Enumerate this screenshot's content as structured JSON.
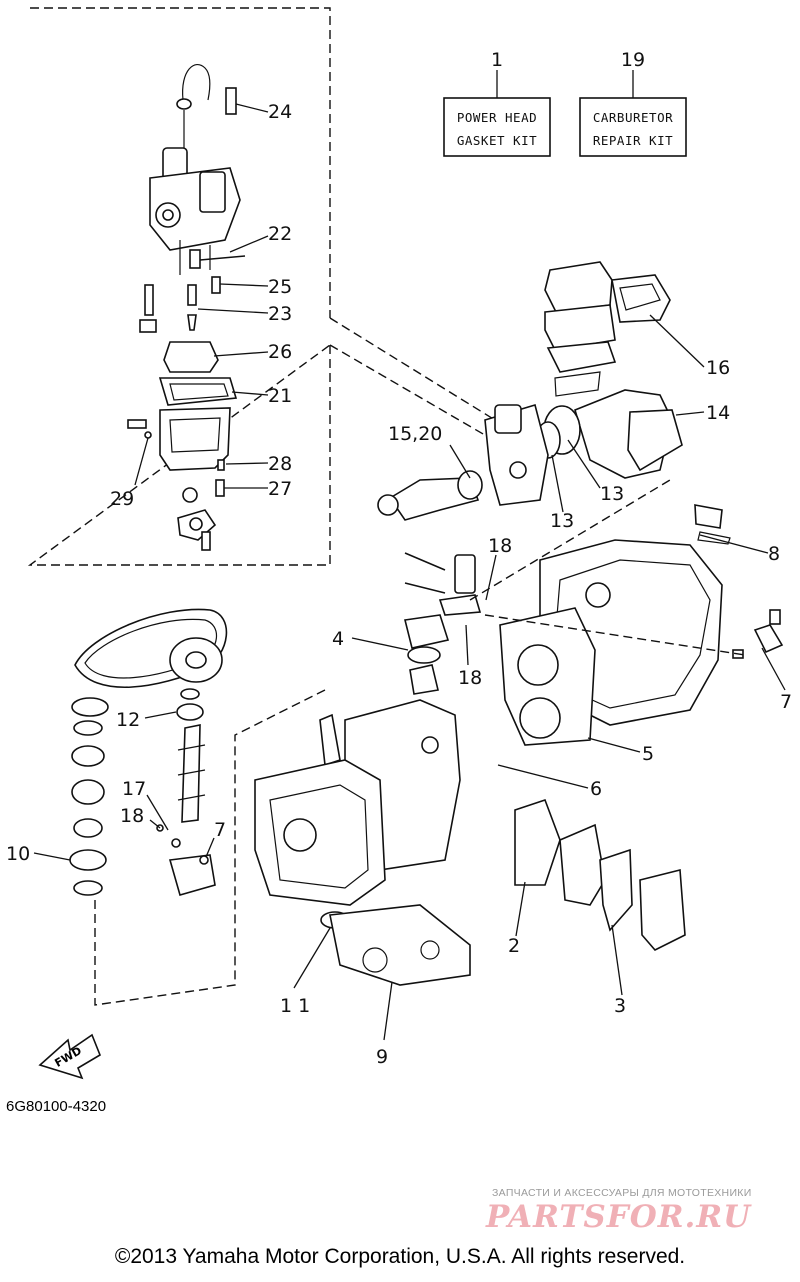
{
  "diagram": {
    "code": "6G80100-4320",
    "direction_label": "FWD",
    "kits": [
      {
        "number": "1",
        "line1": "POWER HEAD",
        "line2": "GASKET KIT"
      },
      {
        "number": "19",
        "line1": "CARBURETOR",
        "line2": "REPAIR KIT"
      }
    ],
    "callouts": {
      "c2": "2",
      "c3": "3",
      "c4": "4",
      "c5": "5",
      "c6": "6",
      "c7a": "7",
      "c7b": "7",
      "c8": "8",
      "c9": "9",
      "c10": "10",
      "c11": "1 1",
      "c12": "12",
      "c13a": "13",
      "c13b": "13",
      "c14": "14",
      "c1520": "15,20",
      "c16": "16",
      "c17": "17",
      "c18a": "18",
      "c18b": "18",
      "c18c": "18",
      "c21": "21",
      "c22": "22",
      "c23": "23",
      "c24": "24",
      "c25": "25",
      "c26": "26",
      "c27": "27",
      "c28": "28",
      "c29": "29"
    }
  },
  "watermark": {
    "caption": "ЗАПЧАСТИ И АКСЕССУАРЫ ДЛЯ МОТОТЕХНИКИ",
    "logo": "PARTSFOR.RU"
  },
  "copyright": "©2013 Yamaha Motor Corporation, U.S.A. All rights reserved."
}
